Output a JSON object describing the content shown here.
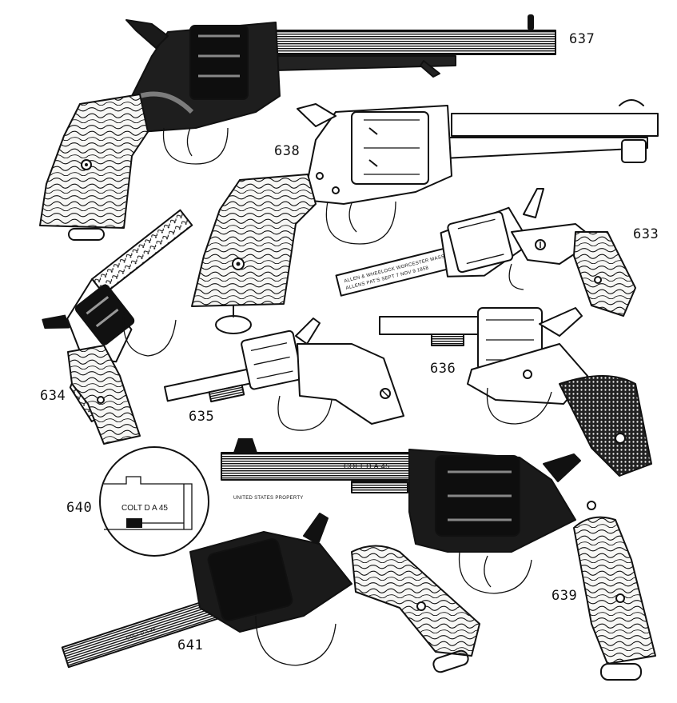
{
  "labels": {
    "r637": "637",
    "r638": "638",
    "r633": "633",
    "r634": "634",
    "r635": "635",
    "r636": "636",
    "r639": "639",
    "r640": "640",
    "r641": "641"
  },
  "engravings": {
    "allen_line1": "ALLEN & WHEELOCK WORCESTER MASS",
    "allen_line2": "ALLENS PAT'S SEPT 7 NOV 9 1858",
    "colt639_barrel": "COLT D A 45",
    "colt639_frame": "UNITED STATES PROPERTY",
    "detail640": "COLT D A 45",
    "colt641_barrel": "COLT D A 38"
  },
  "colors": {
    "ink": "#111111",
    "paper": "#ffffff",
    "wood": "#f4f4f2"
  }
}
